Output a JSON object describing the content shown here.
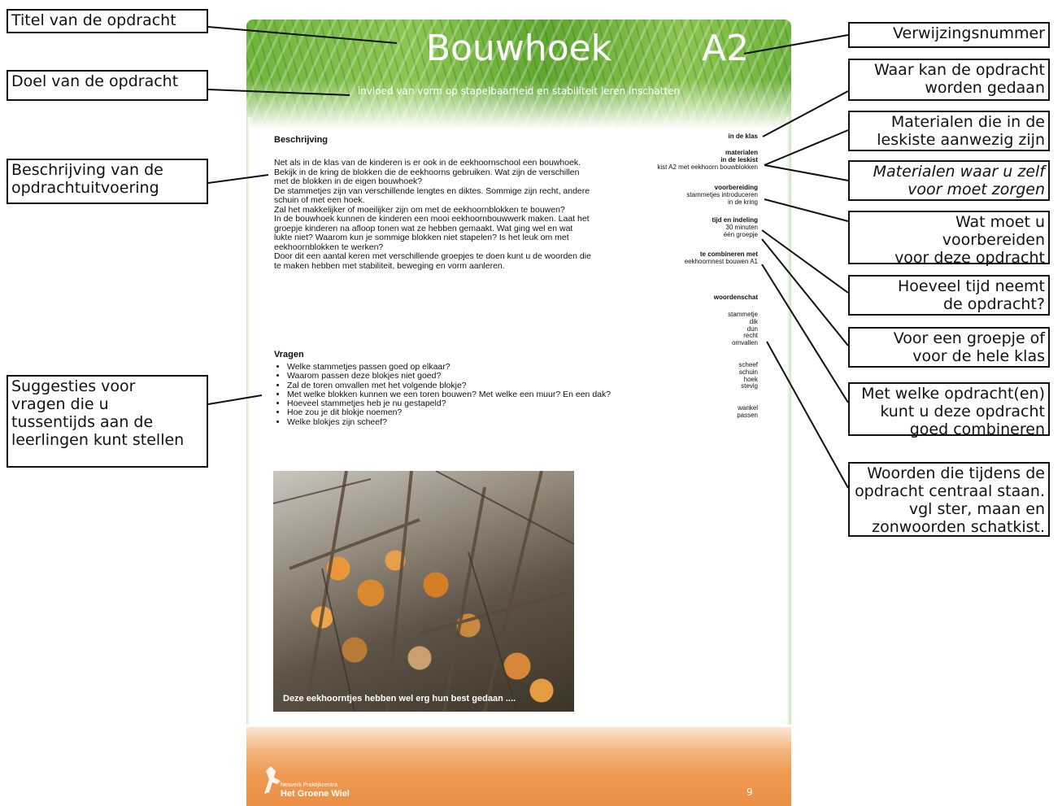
{
  "callouts_left": {
    "title": "Titel van de opdracht",
    "goal": "Doel van de opdracht",
    "description": "Beschrijving van de\nopdrachtuitvoering",
    "questions": "Suggesties voor\nvragen die u\ntussentijds aan de\nleerlingen kunt stellen"
  },
  "callouts_right": {
    "reference": "Verwijzingsnummer",
    "where": "Waar kan de opdracht\nworden gedaan",
    "materials_in_kit": "Materialen die in de\nleskiste aanwezig zijn",
    "materials_self": "Materialen waar u zelf\nvoor moet zorgen",
    "preparation": "Wat moet u voorbereiden\nvoor deze opdracht",
    "time": "Hoeveel tijd neemt\nde opdracht?",
    "group": "Voor een groepje of\nvoor de hele klas",
    "combine": "Met welke opdracht(en)\nkunt u deze opdracht\ngoed  combineren",
    "vocabulary": "Woorden die tijdens de\nopdracht centraal staan.\nvgl ster, maan en\nzonwoorden schatkist."
  },
  "sheet": {
    "title": "Bouwhoek",
    "reference": "A2",
    "goal": "invloed van vorm op stapelbaarheid en stabiliteit leren inschatten",
    "description_heading": "Beschrijving",
    "description_paragraphs": [
      "Net als in de klas van de kinderen is er ook in de eekhoornschool een bouwhoek. Bekijk in de kring de blokken die de eekhoorns gebruiken.  Wat zijn de verschillen met de blokken in de eigen bouwhoek?",
      "De stammetjes zijn van verschillende lengtes en diktes.  Sommige zijn recht, andere schuin of met een hoek.",
      "Zal het makkelijker of moeilijker zijn om met de eekhoornblokken te bouwen?",
      "In de bouwhoek kunnen de kinderen een mooi eekhoornbouwwerk maken. Laat het groepje kinderen na afloop tonen wat ze hebben gemaakt. Wat ging wel en wat lukte niet? Waarom kun je sommige blokken niet stapelen? Is het leuk om met eekhoornblokken te werken?",
      "Door dit een aantal keren met verschillende groepjes te doen kunt u de woorden die te maken hebben met stabiliteit, beweging en vorm aanleren."
    ],
    "questions_heading": "Vragen",
    "questions": [
      "Welke stammetjes passen goed op elkaar?",
      "Waarom passen deze blokjes niet goed?",
      "Zal de toren omvallen met het volgende blokje?",
      "Met welke blokken kunnen we een toren bouwen? Met welke een muur? En een dak?",
      "Hoeveel stammetjes heb je nu gestapeld?",
      "Hoe zou je dit blokje noemen?",
      "Welke blokjes zijn scheef?"
    ],
    "side": {
      "where": "in de klas",
      "materials_heading": "materialen",
      "materials_subheading": "in de leskist",
      "materials_value": "kist A2 met eekhoorn bouwblokken",
      "preparation_heading": "voorbereiding",
      "preparation_line1": "stammetjes introduceren",
      "preparation_line2": "in de kring",
      "time_heading": "tijd en indeling",
      "time_value": "30 minuten",
      "group_value": "één groepje",
      "combine_heading": "te combineren met",
      "combine_value": "eekhoornnest bouwen A1",
      "vocab_heading": "woordenschat",
      "vocab_group1": [
        "stammetje",
        "dik",
        "dun",
        "recht",
        "omvallen"
      ],
      "vocab_group2": [
        "scheef",
        "schuin",
        "hoek",
        "stevig"
      ],
      "vocab_group3": [
        "wankel",
        "passen"
      ]
    },
    "photo_caption": "Deze eekhoorntjes hebben wel erg hun best gedaan ....",
    "footer_org_small": "Netwerk Praktijkcentra",
    "footer_org_name": "Het Groene Wiel",
    "page_number": "9"
  },
  "colors": {
    "banner_green": "#6fb43c",
    "footer_orange": "#ee9a52"
  }
}
